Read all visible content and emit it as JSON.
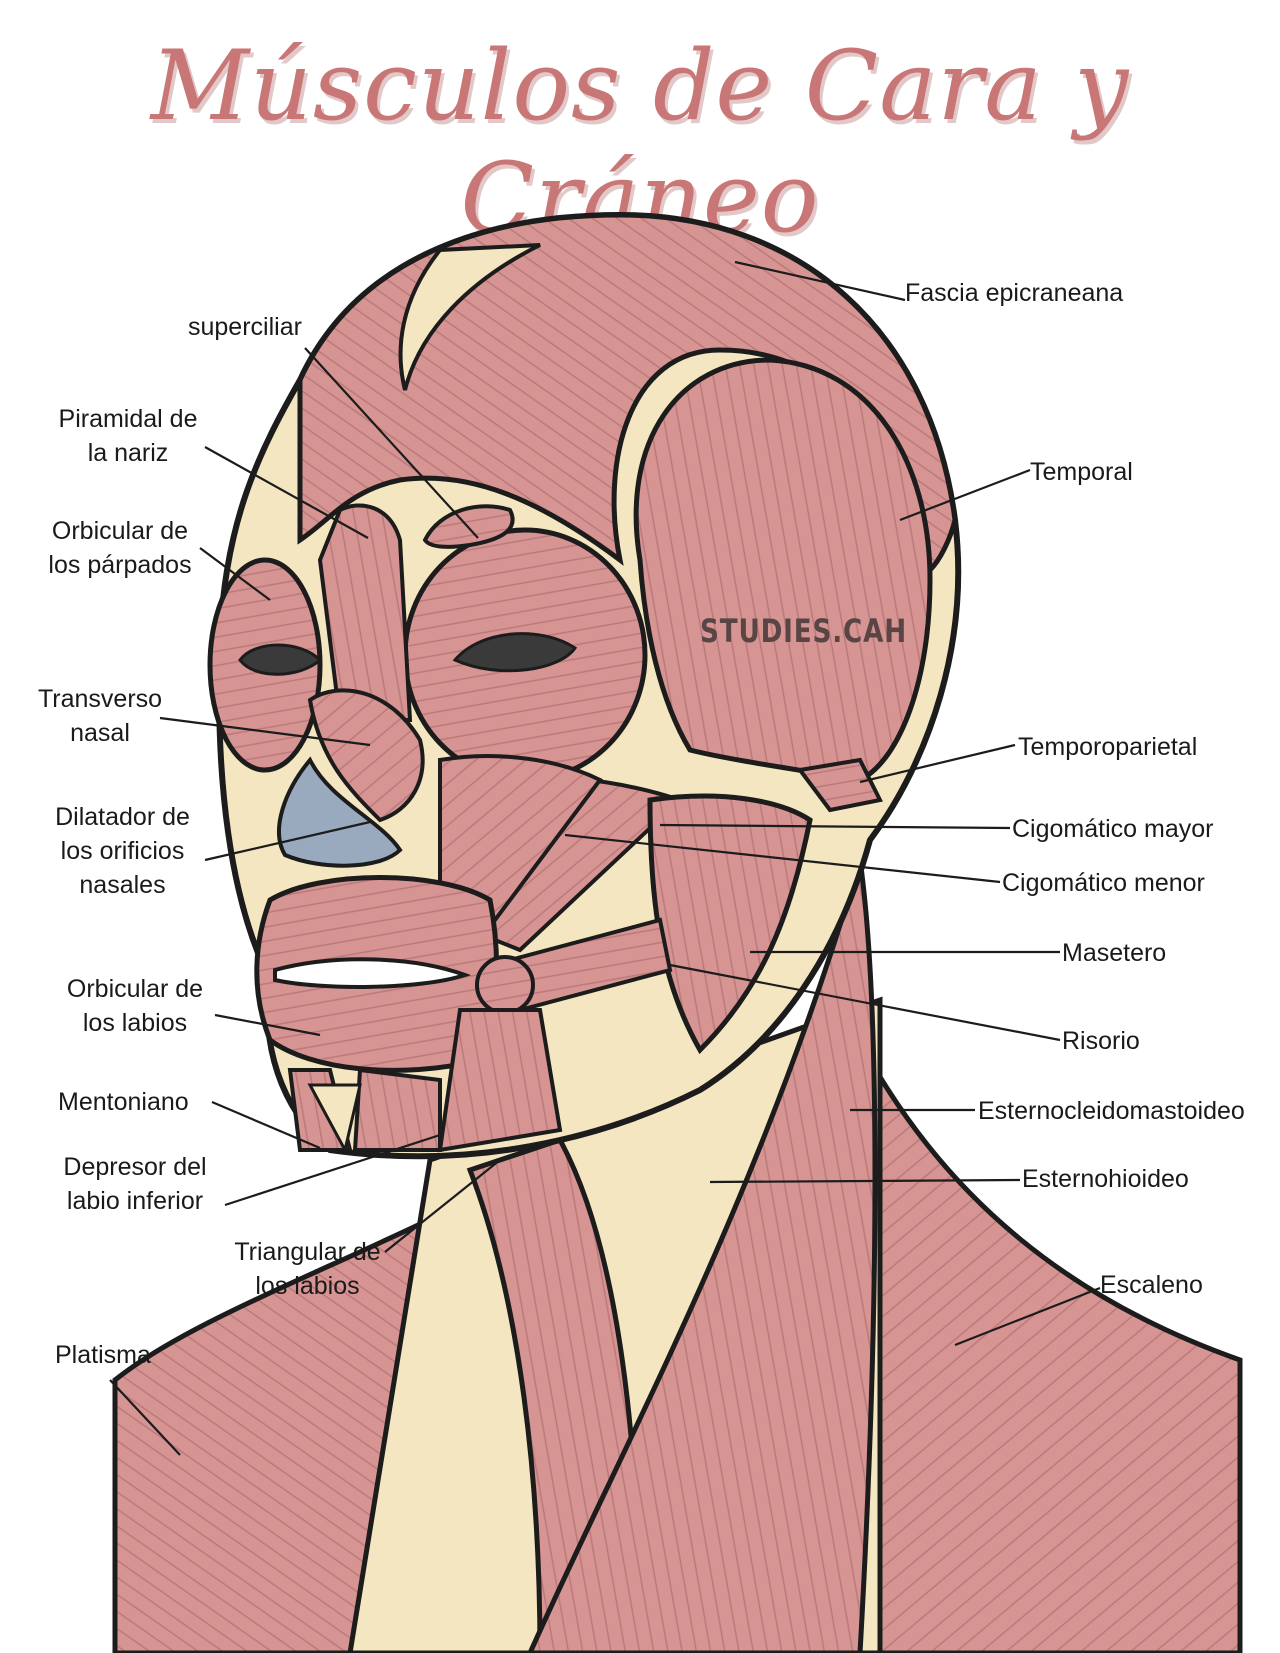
{
  "title": "Músculos de Cara y Cráneo",
  "watermark": "STUDIES.CAH",
  "colors": {
    "muscle": "#d69493",
    "muscle_line": "#b06e6e",
    "bone": "#f4e6c0",
    "outline": "#1c1c1c",
    "title": "#c97676",
    "nose_cartilage": "#9aaabe"
  },
  "labels": {
    "fascia": "Fascia epicraneana",
    "superciliar": "superciliar",
    "piramidal": [
      "Piramidal de",
      "la nariz"
    ],
    "orbicular_parpados": [
      "Orbicular de",
      "los párpados"
    ],
    "temporal": "Temporal",
    "transverso": [
      "Transverso",
      "nasal"
    ],
    "temporoparietal": "Temporoparietal",
    "dilatador": [
      "Dilatador de",
      "los orificios",
      "nasales"
    ],
    "cigomatico_mayor": "Cigomático mayor",
    "cigomatico_menor": "Cigomático menor",
    "masetero": "Masetero",
    "orbicular_labios": [
      "Orbicular de",
      "los labios"
    ],
    "risorio": "Risorio",
    "mentoniano": "Mentoniano",
    "esternocleido": "Esternocleidomastoideo",
    "depresor": [
      "Depresor del",
      "labio inferior"
    ],
    "esternohioideo": "Esternohioideo",
    "triangular": [
      "Triangular de",
      "los labios"
    ],
    "escaleno": "Escaleno",
    "platisma": "Platisma"
  }
}
